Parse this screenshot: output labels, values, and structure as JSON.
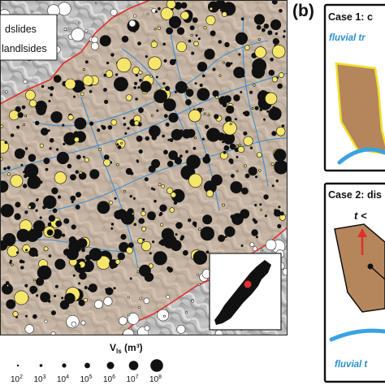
{
  "panel_b_letter": "(b)",
  "legend": {
    "line1": "dslides",
    "line2": "landlsides"
  },
  "size_legend": {
    "title_main": "V",
    "title_sub": "ls",
    "title_unit": " (m³)",
    "ticks": [
      "10",
      "10",
      "10",
      "10",
      "10",
      "10",
      "10"
    ],
    "exponents": [
      "2",
      "3",
      "4",
      "5",
      "6",
      "7",
      "8"
    ]
  },
  "case1": {
    "title": "Case 1: c",
    "fluvial_label": "fluvial tr"
  },
  "case2": {
    "title": "Case 2: dis",
    "t_label": "t <",
    "fluvial_label": "fluvial t"
  },
  "colors": {
    "connected_fill": "#f5e56b",
    "disconnected_fill": "#111111",
    "boundary": "#e0302a",
    "river": "#3b8fd4",
    "landslide_body": "#b5865c",
    "case1_outline": "#f2df2c",
    "fluvial_text": "#2a8fd0"
  }
}
